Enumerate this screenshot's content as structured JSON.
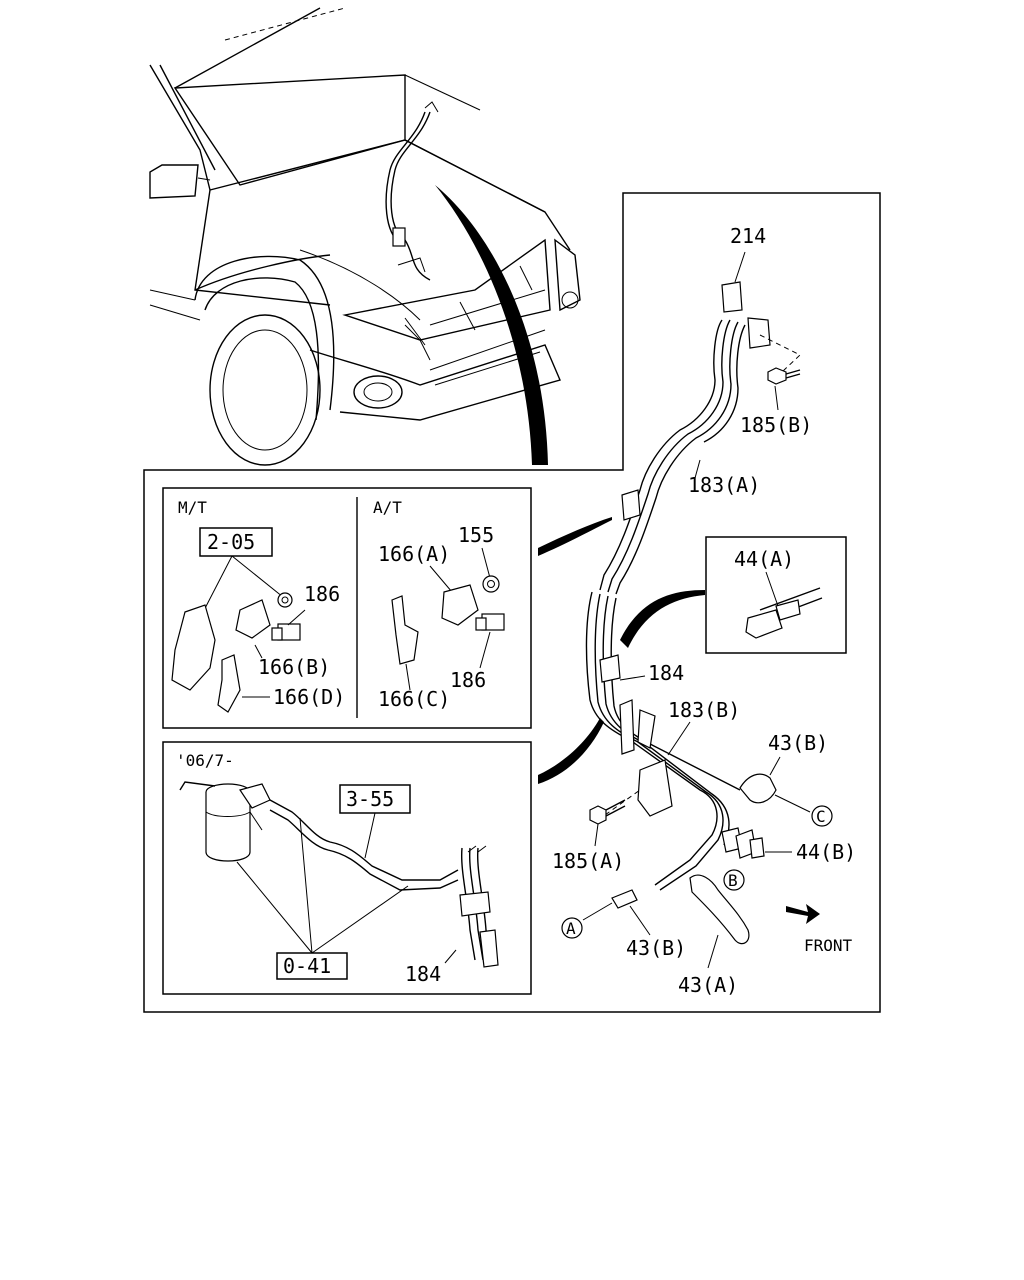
{
  "sections": {
    "manual": "M/T",
    "automatic": "A/T",
    "date_variant": "'06/7-"
  },
  "callouts": {
    "c214": "214",
    "c185b": "185(B)",
    "c183a": "183(A)",
    "c44a": "44(A)",
    "c184_main": "184",
    "c183b": "183(B)",
    "c43b_top": "43(B)",
    "c185a": "185(A)",
    "c44b": "44(B)",
    "c43b_bottom": "43(B)",
    "c43a": "43(A)",
    "c205": "2-05",
    "c186_mt": "186",
    "c166b": "166(B)",
    "c166d": "166(D)",
    "c166a": "166(A)",
    "c155": "155",
    "c186_at": "186",
    "c166c": "166(C)",
    "c355": "3-55",
    "c041": "0-41",
    "c184_inset": "184"
  },
  "markers": {
    "a": "A",
    "b": "B",
    "c": "C"
  },
  "front_label": "FRONT"
}
